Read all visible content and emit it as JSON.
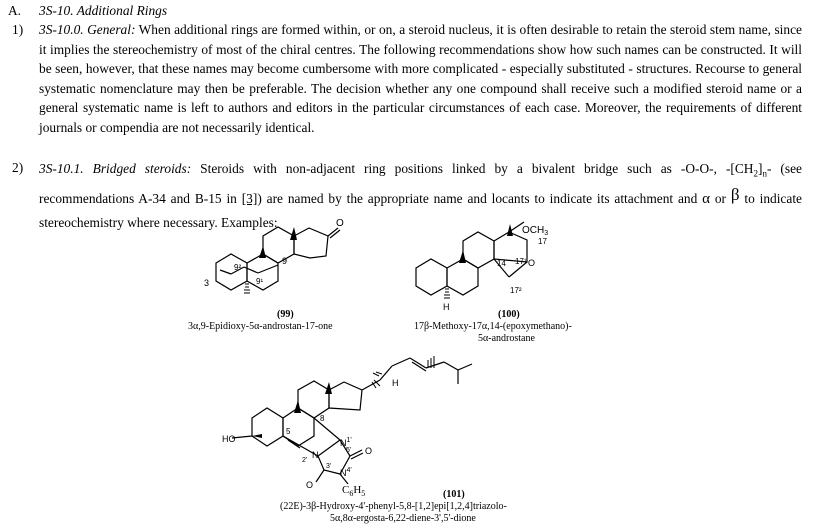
{
  "section": {
    "marker": "A.",
    "title": "3S-10. Additional Rings"
  },
  "item1": {
    "number": "1)",
    "label": "3S-10.0. General:",
    "text": "When additional rings are formed within, or on, a steroid nucleus, it is often desirable to retain the steroid stem name, since it implies the stereochemistry of most of the chiral centres. The following recommendations show how such names can be constructed. It will be seen, however, that these names may become cumbersome with more complicated - especially substituted - structures. Recourse to general systematic nomenclature may then be preferable. The decision whether any one compound shall receive such a modified steroid name or a general systematic name is left to authors and editors in the particular circumstances of each case. Moreover, the requirements of different journals or compendia are not necessarily identical."
  },
  "item2": {
    "number": "2)",
    "label": "3S-10.1. Bridged steroids:",
    "text_a": "Steroids with non-adjacent ring positions linked by a bivalent bridge such as -O-O-, -[CH",
    "sub_2": "2",
    "text_b": "]",
    "sub_n": "n",
    "text_c": "- (see recommendations A-34 and B-15 in ",
    "ref": "[3]",
    "text_d": ") are named by the appropriate name and locants to indicate its attachment and ",
    "alpha": "α",
    "or": " or ",
    "beta": "β",
    "text_e": " to indicate stereochemistry where necessary. Examples:"
  },
  "compounds": [
    {
      "number": "(99)",
      "name": "3α,9-Epidioxy-5α-androstan-17-one",
      "labels": {
        "c3": "3",
        "c9": "9",
        "o2": "9²",
        "o1": "9¹",
        "ketone": "O"
      }
    },
    {
      "number": "(100)",
      "name_line1": "17β-Methoxy-17α,14-(epoxymethano)-",
      "name_line2": "5α-androstane",
      "labels": {
        "och3": "OCH",
        "och3_sub": "3",
        "c17": "17",
        "c14": "14",
        "c171": "17¹",
        "o": "O",
        "c172": "17²",
        "h": "H"
      }
    },
    {
      "number": "(101)",
      "name_line1": "(22E)-3β-Hydroxy-4'-phenyl-5,8-[1,2]epi[1,2,4]triazolo-",
      "name_line2": "5α,8α-ergosta-6,22-diene-3',5'-dione",
      "labels": {
        "ho": "HO",
        "h": "H",
        "c5": "5",
        "c8": "8",
        "n1": "N",
        "n1_loc": "1'",
        "n2": "N",
        "n2_loc": "2'",
        "c3": "3'",
        "c5p": "5'",
        "n4": "N",
        "n4_loc": "4'",
        "o1": "O",
        "o2": "O",
        "ph": "C",
        "ph_sub1": "6",
        "ph_h": "H",
        "ph_sub2": "5"
      }
    }
  ]
}
